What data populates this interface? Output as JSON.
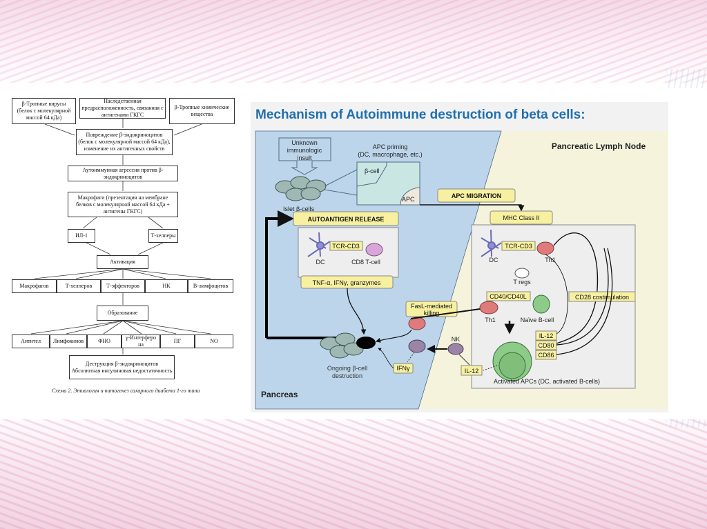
{
  "left_flowchart": {
    "box_viruses": "β-Тропные вирусы (белок с молекулярной массой 64 кДа)",
    "box_heredity": "Наследственная предрасположенность, связанная с антигенами ГКГС",
    "box_chemicals": "β-Тропные химические вещества",
    "box_damage": "Повреждение β-эндокриноцитов (белок с молекулярной массой 64 кДа), изменение их антигенных свойств",
    "box_aggression": "Аутоиммунная агрессия против β-эндокриноцитов",
    "box_macrophages": "Макрофаги (презентация на мембране белков с молекулярной массой 64 кДа + антигены ГКГС)",
    "box_il1": "ИЛ-1",
    "box_thelpers": "Т-хелперы",
    "box_activation": "Активация",
    "activation_row": [
      "Макрофагов",
      "Т-хелперов",
      "Т-эффекторов",
      "НК",
      "В-лимфоцитов"
    ],
    "box_formation": "Образование",
    "formation_row": [
      "Антител",
      "Лимфокинов",
      "ФНО",
      "γ-Интерферо на",
      "ПГ",
      "NO"
    ],
    "box_destruction": "Деструкция β-эндокриноцитов Абсолютная инсулиновая недостаточность",
    "caption": "Схема 2. Этиология и патогенез сахарного диабета 1-го типа"
  },
  "right_diagram": {
    "title": "Mechanism of Autoimmune destruction of beta cells:",
    "region_pancreas": "Pancreas",
    "region_lymph_node": "Pancreatic Lymph Node",
    "insult": [
      "Unknown",
      "immunologic",
      "insult"
    ],
    "islet_cells": "Islet β-cells",
    "apc_priming": [
      "APC priming",
      "(DC, macrophage, etc.)"
    ],
    "beta_cell": "β-cell",
    "apc": "APC",
    "apc_migration": "APC MIGRATION",
    "mhc_class_ii": "MHC Class II",
    "autoantigen_release": "AUTOANTIGEN RELEASE",
    "tcr_cd3": "TCR-CD3",
    "dc": "DC",
    "cd8_t_cell": "CD8 T-cell",
    "cytokines": "TNF-α, IFNγ, granzymes",
    "fasl": [
      "FasL-mediated",
      "killing"
    ],
    "ongoing": [
      "Ongoing β-cell",
      "destruction"
    ],
    "ifng": "IFNγ",
    "nk": "NK",
    "il12": "IL-12",
    "th1": "Th1",
    "tregs": "T regs",
    "cd40": "CD40/CD40L",
    "naive_b": "Naïve B-cell",
    "cd28": "CD28 costimulation",
    "cd80": "CD80",
    "cd86": "CD86",
    "activated_apcs": "Activated APCs (DC, activated B-cells)",
    "colors": {
      "title": "#1f6fb0",
      "pancreas": "#bcd5ea",
      "lymph_node": "#f5f3dc",
      "label_box": "#f7f0a0"
    }
  }
}
